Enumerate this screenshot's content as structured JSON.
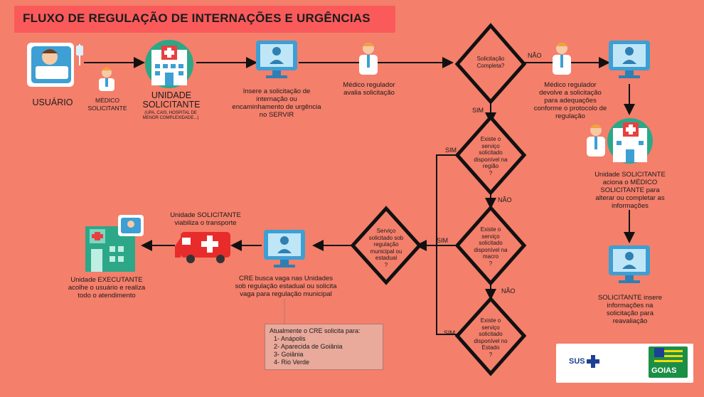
{
  "title": "FLUXO DE REGULAÇÃO DE INTERNAÇÕES E URGÊNCIAS",
  "labels": {
    "usuario": "USUÁRIO",
    "medico_solicitante": "MÉDICO\nSOLICITANTE",
    "unidade_solicitante": "UNIDADE\nSOLICITANTE",
    "unidade_solicitante_sub": "(UPA, CAIS, HOSPITAL DE\nMENOR COMPLEXIDADE...)",
    "insere_solicitacao": "Insere a solicitação de\ninternação ou\nencaminhamento de urgência\nno SERVIR",
    "medico_regulador_avalia": "Médico regulador\navalia solicitação",
    "medico_regulador_devolve": "Médico regulador\ndevolve a solicitação\npara adequações\nconforme o protocolo de\nregulação",
    "unidade_aciona_medico": "Unidade SOLICITANTE\naciona o MÉDICO\nSOLICITANTE para\nalterar ou completar as\ninformações",
    "solicitante_insere": "SOLICITANTE insere\ninformações na\nsolicitação para\nreavaliação",
    "unidade_transporte": "Unidade SOLICITANTE\nviabiliza o transporte",
    "cre_busca": "CRE busca vaga nas Unidades\nsob regulação estadual ou solicita\nvaga para regulação municipal",
    "unidade_executante": "Unidade EXECUTANTE\nacolhe o usuário e realiza\ntodo o atendimento"
  },
  "decisions": {
    "solicitacao_completa": "Solicitação\nCompleta?",
    "regiao": "Existe o\nserviço\nsolicitado\ndisponível na\nregião\n?",
    "macro": "Existe o\nserviço\nsolicitado\ndisponível na\nmacro\n?",
    "estado": "Existe o\nserviço\nsolicitado\ndisponível no\nEstado\n?",
    "regulacao": "Serviço\nsolicitado sob\nregulação\nmunicipal ou\nestadual\n?"
  },
  "edges": {
    "nao": "NÃO",
    "sim": "SIM"
  },
  "note": {
    "heading": "Atualmente o CRE solicita para:",
    "items": [
      "1- Anápolis",
      "2- Aparecida de Goiânia",
      "3- Goiânia",
      "4- Rio Verde"
    ]
  },
  "logos": {
    "sus": "SUS",
    "goias": "GOIAS"
  },
  "colors": {
    "background": "#f47f6b",
    "title_box": "#fa5a5a",
    "monitor": "#3d9fd3",
    "hospital": "#2ca889",
    "ambulance": "#e82c2c"
  }
}
